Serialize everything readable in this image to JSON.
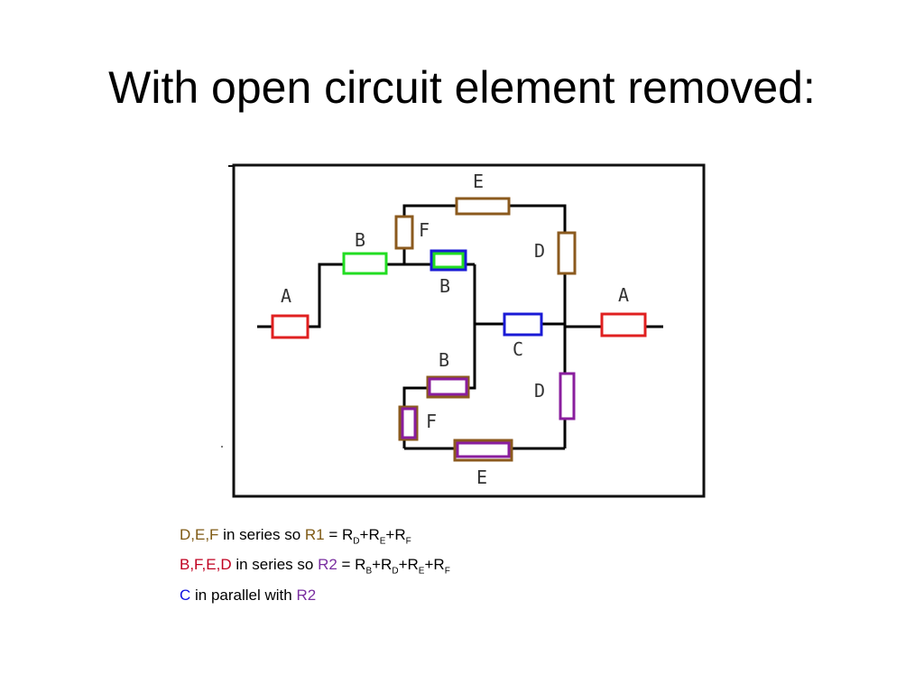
{
  "title": "With open circuit element removed:",
  "colors": {
    "brown": "#8B5A1E",
    "red": "#E02020",
    "green": "#22DD22",
    "blue": "#1A1AD6",
    "purple": "#8A1E9E",
    "maroon": "#7A1E1E",
    "darkred": "#C00020",
    "text_brown": "#7F5A14",
    "text_blue": "#1010E0",
    "text_purple": "#7A2FA0"
  },
  "diagram": {
    "labels": {
      "A_left": "A",
      "B_top": "B",
      "F_top": "F",
      "E_top": "E",
      "D_top": "D",
      "B_mid": "B",
      "C": "C",
      "A_right": "A",
      "B_low": "B",
      "D_low": "D",
      "F_low": "F",
      "E_low": "E"
    }
  },
  "notes": {
    "line1": {
      "group": "D,E,F",
      "text": " in series so ",
      "r": "R1",
      "eq": " = R",
      "s1": "D",
      "p1": "+R",
      "s2": "E",
      "p2": "+R",
      "s3": "F"
    },
    "line2": {
      "group": "B,F,E,D",
      "text": " in series so ",
      "r": "R2",
      "eq": " = R",
      "s1": "B",
      "p1": "+R",
      "s2": "D",
      "p2": "+R",
      "s3": "E",
      "p3": "+R",
      "s4": "F"
    },
    "line3": {
      "group": "C",
      "text": " in parallel with ",
      "r": "R2"
    }
  }
}
